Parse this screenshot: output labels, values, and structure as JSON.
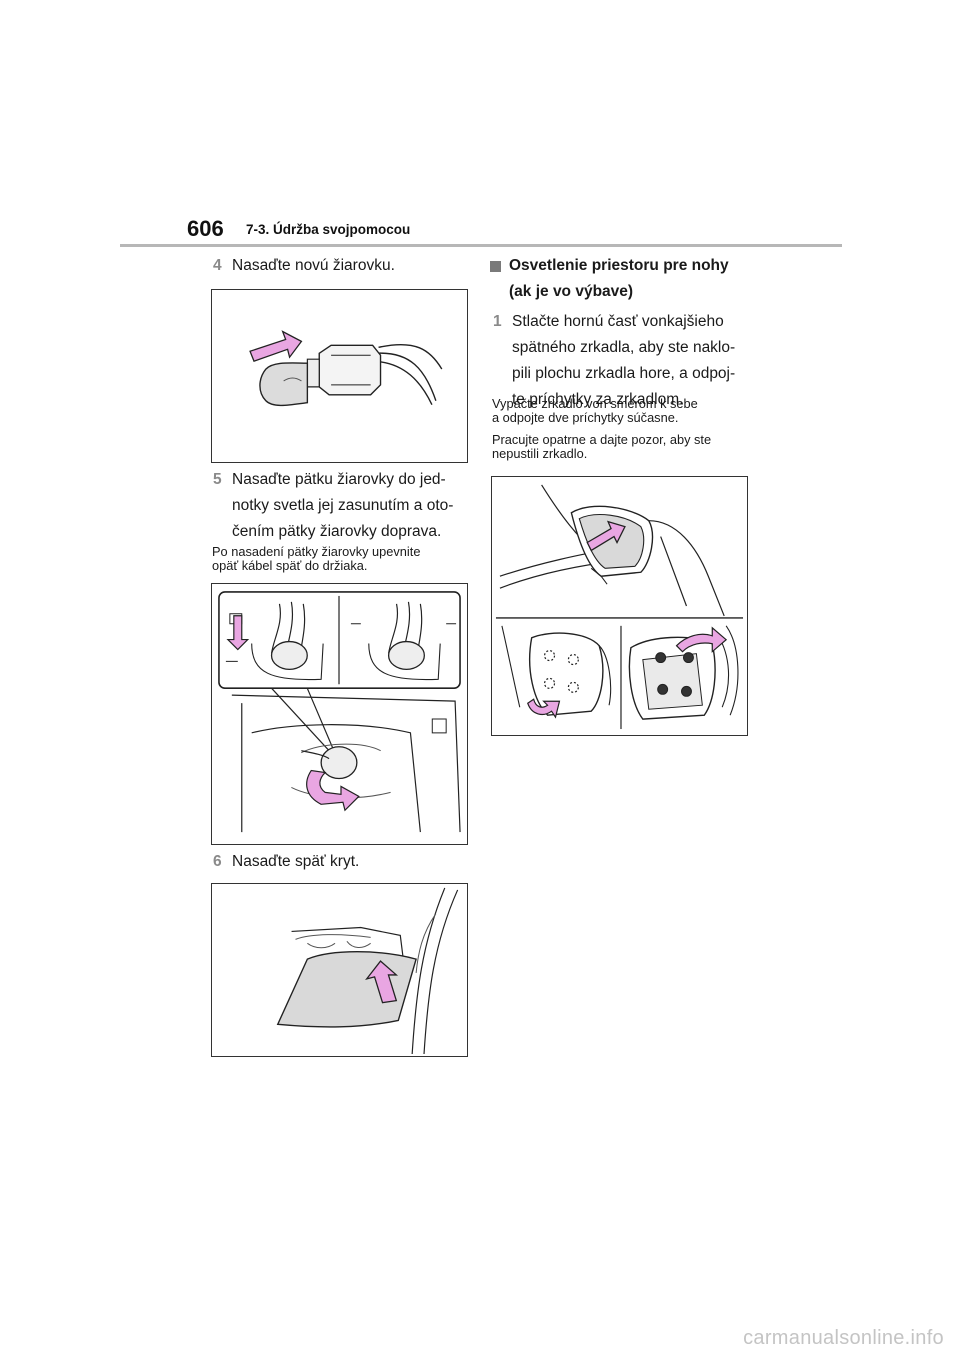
{
  "header": {
    "page_number": "606",
    "section_title": "7-3. Údržba svojpomocou"
  },
  "left_column": {
    "step4": {
      "number": "4",
      "text": "Nasaďte novú žiarovku."
    },
    "step5": {
      "number": "5",
      "lines": [
        "Nasaďte pätku žiarovky do jed-",
        "notky svetla jej zasunutím a oto-",
        "čením pätky žiarovky doprava."
      ]
    },
    "note5": [
      "Po nasadení pätky žiarovky upevnite",
      "opäť kábel späť do držiaka."
    ],
    "step6": {
      "number": "6",
      "text": "Nasaďte späť kryt."
    }
  },
  "right_column": {
    "section": {
      "lines": [
        "Osvetlenie priestoru pre nohy",
        "(ak je vo výbave)"
      ]
    },
    "step1": {
      "number": "1",
      "lines": [
        "Stlačte hornú časť vonkajšieho",
        "spätného zrkadla, aby ste naklo-",
        "pili plochu zrkadla hore, a odpoj-",
        "te príchytky za zrkadlom."
      ]
    },
    "note1": [
      "Vypáčte zrkadlo von smerom k sebe",
      "a odpojte dve príchytky súčasne."
    ],
    "note2": [
      "Pracujte opatrne a dajte pozor, aby ste",
      "nepustili zrkadlo."
    ]
  },
  "watermark": "carmanualsonline.info",
  "colors": {
    "arrow_fill": "#e9a6e2",
    "rule": "#b7b7b7",
    "step_number": "#8a8a8a"
  },
  "icons": [
    "bulb-insert-illustration",
    "bulb-base-rotate-illustration",
    "cover-refit-illustration",
    "mirror-clip-illustration"
  ]
}
